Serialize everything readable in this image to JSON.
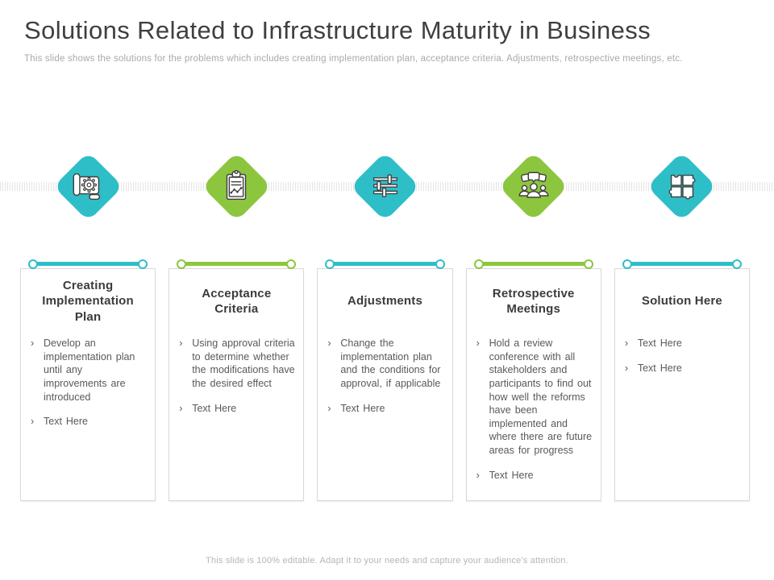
{
  "slide": {
    "title": "Solutions Related to Infrastructure Maturity in Business",
    "subtitle": "This slide shows the solutions for the problems which includes creating implementation plan, acceptance criteria. Adjustments, retrospective meetings, etc.",
    "footer": "This slide is 100% editable. Adapt it to your needs and capture your audience's attention."
  },
  "bullet_marker": "›",
  "colors": {
    "teal": "#2ebec8",
    "green": "#8cc63f",
    "card_border": "#d9d9d9",
    "title_text": "#3f3f3f",
    "body_text": "#595959",
    "muted_text": "#a9a9a9",
    "timeline_tick": "#e4e4e4"
  },
  "columns": [
    {
      "icon": "blueprint-gear-icon",
      "accent": "teal",
      "title": "Creating Implementation Plan",
      "bullets": [
        "Develop an implementation plan until any improvements are introduced",
        "Text Here"
      ]
    },
    {
      "icon": "clipboard-chart-icon",
      "accent": "green",
      "title": "Acceptance Criteria",
      "bullets": [
        "Using approval criteria to determine whether the modifications have the desired effect",
        "Text Here"
      ]
    },
    {
      "icon": "sliders-icon",
      "accent": "teal",
      "title": "Adjustments",
      "bullets": [
        "Change the implementation plan and the conditions for approval, if applicable",
        "Text Here"
      ]
    },
    {
      "icon": "meeting-people-icon",
      "accent": "green",
      "title": "Retrospective Meetings",
      "bullets": [
        "Hold a review conference with all stakeholders and participants to find out how well the reforms have been implemented and where there are future areas for progress",
        "Text Here"
      ]
    },
    {
      "icon": "puzzle-pieces-icon",
      "accent": "teal",
      "title": "Solution Here",
      "bullets": [
        "Text Here",
        "Text Here"
      ]
    }
  ]
}
